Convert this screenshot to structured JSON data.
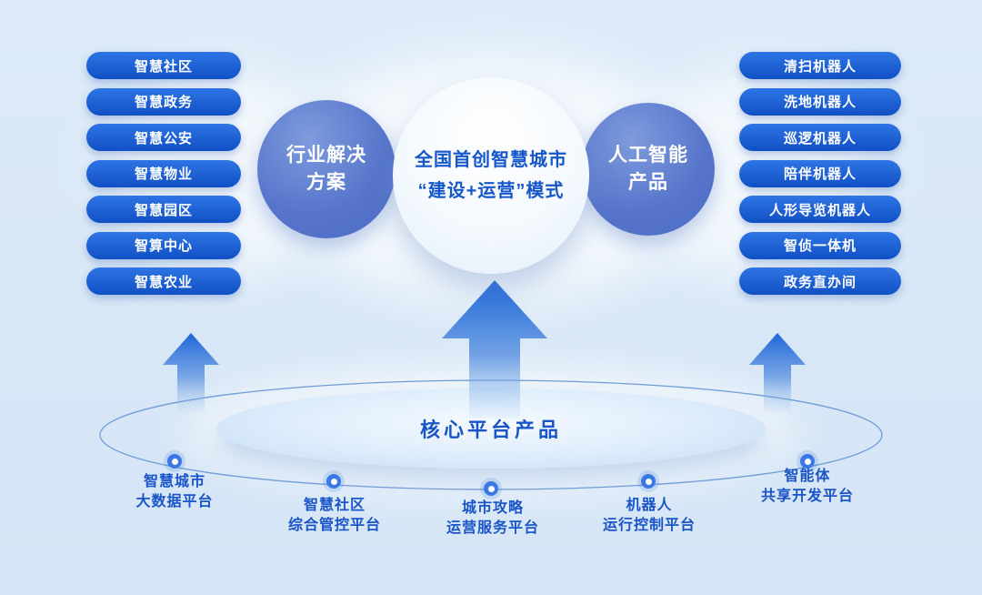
{
  "colors": {
    "background": "#d9e8f7",
    "pill_blue": "#1150c5",
    "circle_blue": "#5574ca",
    "accent_text": "#1a55c8",
    "white": "#ffffff"
  },
  "left_pills": [
    "智慧社区",
    "智慧政务",
    "智慧公安",
    "智慧物业",
    "智慧园区",
    "智算中心",
    "智慧农业"
  ],
  "right_pills": [
    "清扫机器人",
    "洗地机器人",
    "巡逻机器人",
    "陪伴机器人",
    "人形导览机器人",
    "智侦一体机",
    "政务直办间"
  ],
  "circles": {
    "left": "行业解决\n方案",
    "center": "全国首创智慧城市\n“建设+运营”模式",
    "right": "人工智能\n产品"
  },
  "platform": {
    "label": "核心平台产品"
  },
  "bottom_platforms": [
    "智慧城市\n大数据平台",
    "智慧社区\n综合管控平台",
    "城市攻略\n运营服务平台",
    "机器人\n运行控制平台",
    "智能体\n共享开发平台"
  ]
}
